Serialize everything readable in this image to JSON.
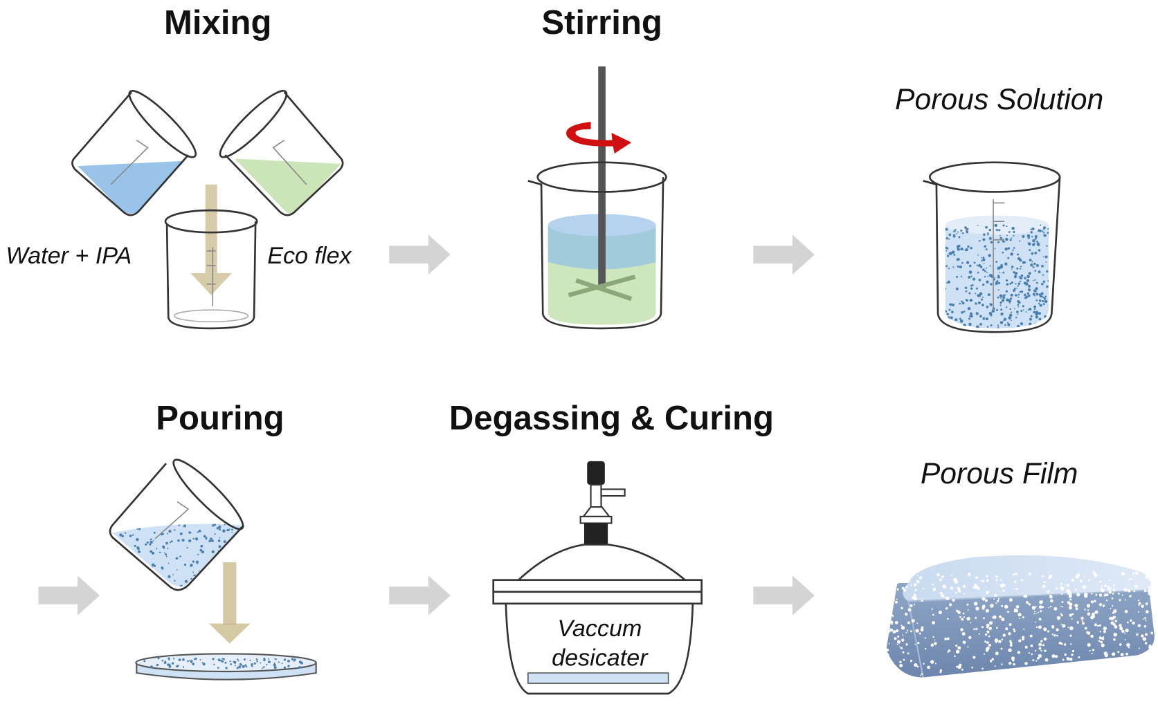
{
  "steps": {
    "mixing": "Mixing",
    "stirring": "Stirring",
    "pouring": "Pouring",
    "degassing": "Degassing & Curing"
  },
  "labels": {
    "water_ipa": "Water + IPA",
    "ecoflex": "Eco flex",
    "vacuum_line1": "Vaccum",
    "vacuum_line2": "desicater"
  },
  "results": {
    "porous_solution": "Porous Solution",
    "porous_film": "Porous Film"
  },
  "colors": {
    "water": "#8fbde8",
    "ecoflex": "#c6e2b0",
    "pour_arrow": "#c8bb8c",
    "flow_arrow": "#d4d4d4",
    "stir_arrow": "#d01010",
    "pore_dots": "#4a7fb0"
  }
}
